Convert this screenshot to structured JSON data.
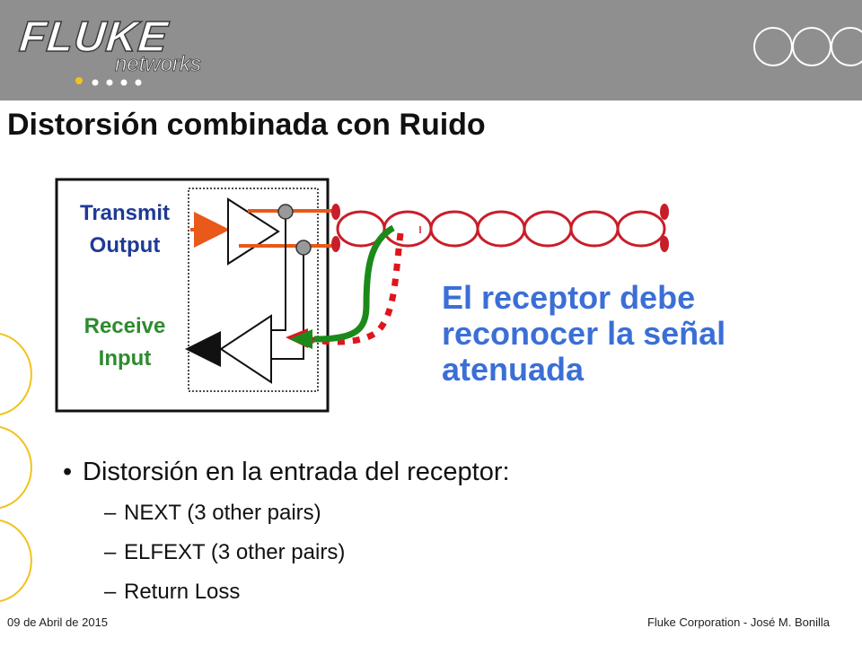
{
  "header": {
    "logo_main": "FLUKE",
    "logo_sub": "networks",
    "logo_mark": "."
  },
  "title": "Distorsión combinada con Ruido",
  "diagram": {
    "transmit_label_line1": "Transmit",
    "transmit_label_line2": "Output",
    "receive_label_line1": "Receive",
    "receive_label_line2": "Input",
    "colors": {
      "tx_wire": "#e8591a",
      "green_signal": "#1a8a1a",
      "red_noise": "#e0141e",
      "cable": "#c81e2a",
      "box_border": "#111111"
    }
  },
  "callout": {
    "line1": "El receptor debe",
    "line2": "reconocer la señal",
    "line3": "atenuada"
  },
  "bullets": {
    "main": "Distorsión en la entrada del receptor:",
    "sub": [
      "NEXT (3 other pairs)",
      "ELFEXT (3 other pairs)",
      "Return Loss"
    ],
    "sub_marker": "–",
    "main_marker": "•"
  },
  "footer": {
    "date": "09 de Abril de 2015",
    "credit": "Fluke Corporation - José M. Bonilla"
  }
}
